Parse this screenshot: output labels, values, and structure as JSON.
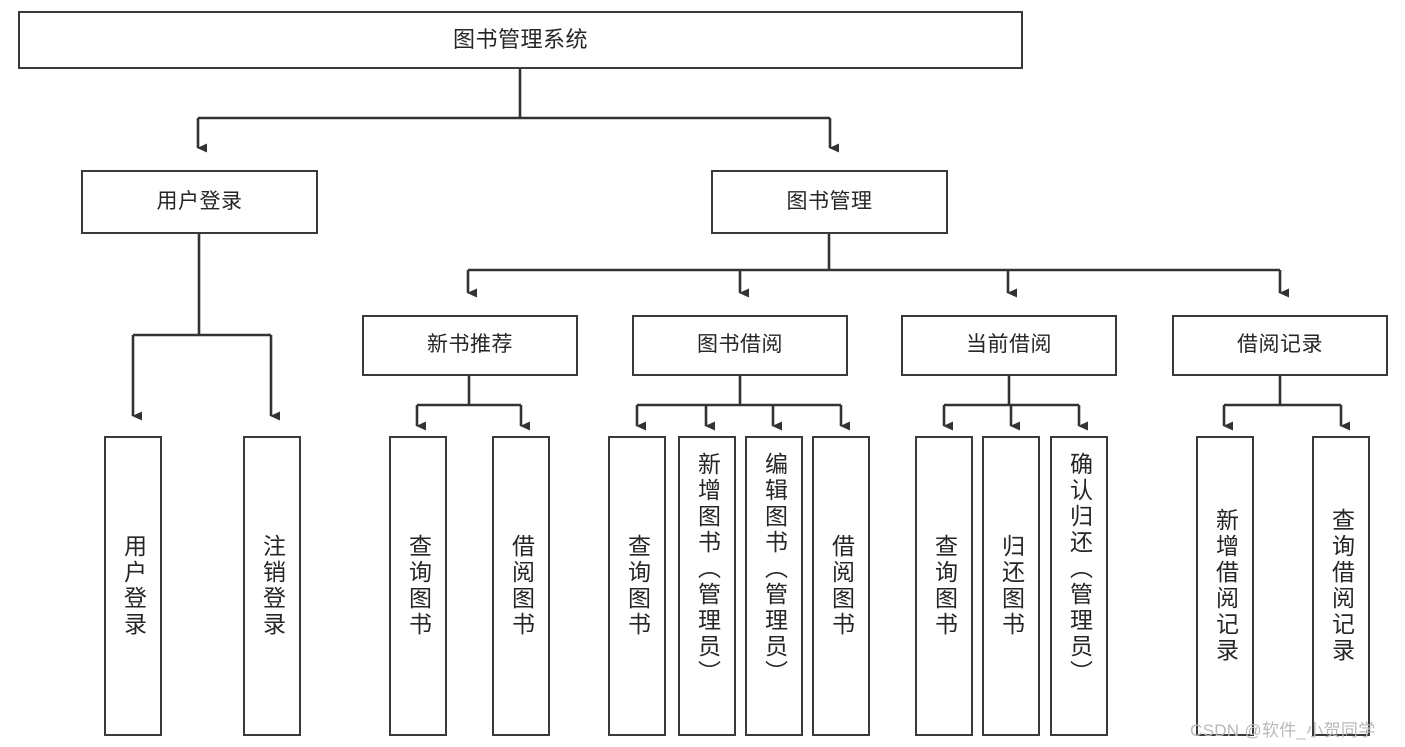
{
  "diagram": {
    "title": "图书管理系统",
    "type": "tree",
    "background_color": "#ffffff",
    "border_color": "#3a3a3a",
    "text_color": "#262626",
    "edge_color": "#333333"
  },
  "watermark": {
    "text": "CSDN @软件_小贺同学",
    "color": "#b9b9b9"
  },
  "nodes": {
    "root": {
      "label": "图书管理系统"
    },
    "level1": [
      {
        "label": "用户登录"
      },
      {
        "label": "图书管理"
      }
    ],
    "level2": [
      {
        "label": "新书推荐"
      },
      {
        "label": "图书借阅"
      },
      {
        "label": "当前借阅"
      },
      {
        "label": "借阅记录"
      }
    ],
    "leaves_user_login": [
      {
        "label": "用户登录"
      },
      {
        "label": "注销登录"
      }
    ],
    "leaves_new_book": [
      {
        "label": "查询图书"
      },
      {
        "label": "借阅图书"
      }
    ],
    "leaves_borrow": [
      {
        "label": "查询图书"
      },
      {
        "label": "新增图书（管理员）"
      },
      {
        "label": "编辑图书（管理员）"
      },
      {
        "label": "借阅图书"
      }
    ],
    "leaves_current": [
      {
        "label": "查询图书"
      },
      {
        "label": "归还图书"
      },
      {
        "label": "确认归还（管理员）"
      }
    ],
    "leaves_records": [
      {
        "label": "新增借阅记录"
      },
      {
        "label": "查询借阅记录"
      }
    ]
  }
}
